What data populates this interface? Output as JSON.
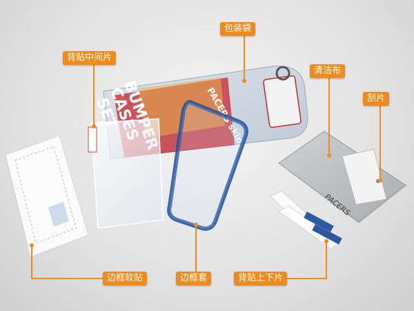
{
  "labels": {
    "back_sticker": "背贴中间片",
    "package_bag": "包装袋",
    "cleaning_cloth": "清洁布",
    "scraper": "刮片",
    "frame_sticker": "边框软贴",
    "bumper_frame": "边框套",
    "back_sticker_top_bottom": "背贴上下片"
  },
  "product_print": {
    "bag_brand": "PACERS skin",
    "bag_title_line1": "BUMPER",
    "bag_title_line2": "CASES",
    "bag_title_line3": "SET",
    "cloth_brand": "PACERS"
  },
  "colors": {
    "callout": "#f08a1a",
    "bumper_blue": "#1d4f9e",
    "bag_red": "#c8262b",
    "background": "#e2e2e2"
  }
}
